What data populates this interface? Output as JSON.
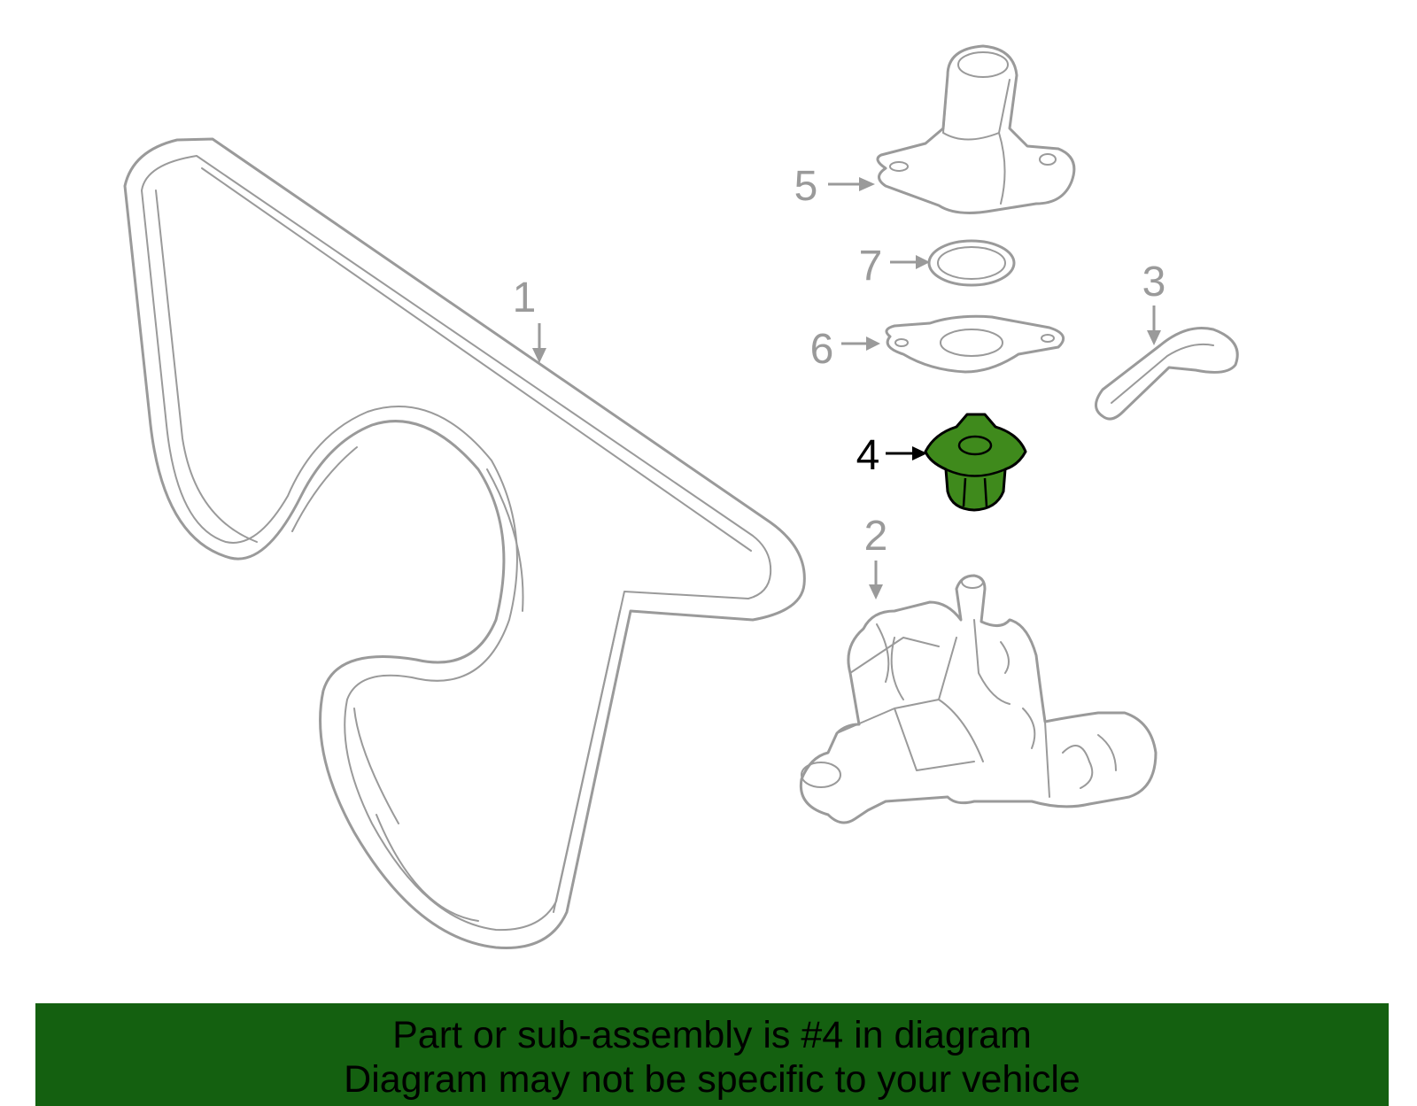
{
  "callouts": {
    "belt": "1",
    "water_pump": "2",
    "hose": "3",
    "thermostat": "4",
    "housing": "5",
    "gasket": "6",
    "seal": "7"
  },
  "colors": {
    "highlight_part": "#3f8a1c",
    "banner": "#146010",
    "line": "#9a9a9a"
  },
  "banner": {
    "line1": "Part or sub-assembly is #4 in diagram",
    "line2": "Diagram may not be specific to your vehicle"
  }
}
